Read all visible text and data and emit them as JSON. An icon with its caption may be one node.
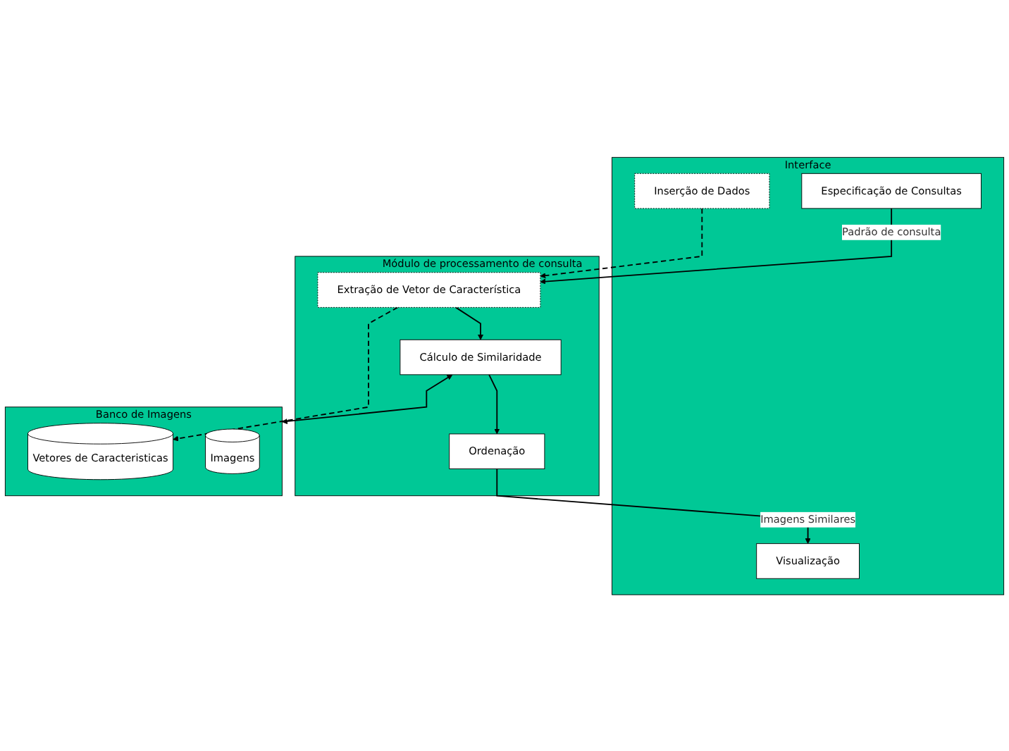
{
  "diagram": {
    "nodes": [
      {
        "text": [
          "Interface"
        ]
      },
      {
        "text": [
          "Inserção de Dados"
        ],
        "in": 0
      },
      {
        "text": [
          "Especificação de Consultas"
        ],
        "in": 0
      },
      {
        "text": [
          "Visualização"
        ],
        "in": 0
      },
      {
        "text": [
          "Módulo de processamento de consulta"
        ]
      },
      {
        "text": [
          "Extração de Vetor de Característica"
        ],
        "in": 4
      },
      {
        "text": [
          "Ordenação"
        ],
        "in": 4
      },
      {
        "text": [
          "Cálculo de Similaridade"
        ],
        "in": 4
      },
      {
        "text": [
          "Banco de Imagens"
        ]
      },
      {
        "text": [
          "Vetores de Caracteristicas"
        ],
        "in": 8
      },
      {
        "text": [
          "Imagens"
        ],
        "in": 8
      }
    ],
    "edges": [
      {
        "from": 1,
        "to": 5,
        "arrow": "to",
        "style": "dashed"
      },
      {
        "from": 2,
        "to": 5,
        "arrow": "to",
        "label": "Padrão de consulta"
      },
      {
        "from": 6,
        "to": 3,
        "arrow": "to",
        "label": "Imagens Similares"
      },
      {
        "from": 5,
        "to": 7,
        "arrow": "to"
      },
      {
        "from": 7,
        "to": 6,
        "arrow": "to"
      },
      {
        "from": 5,
        "to": 9,
        "arrow": "to",
        "style": "dashed"
      },
      {
        "from": 7,
        "to": 8,
        "arrow": "both"
      }
    ]
  }
}
